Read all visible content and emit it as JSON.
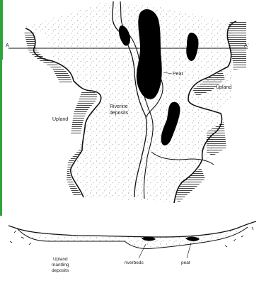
{
  "diagram": {
    "labels": {
      "section_a_left": "A",
      "section_a_right": "A'",
      "upland_left": "Upland",
      "upland_right": "Upland",
      "riverine_line1": "Riverine",
      "riverine_line2": "deposits",
      "peat": "Peat"
    },
    "section_labels": {
      "upland_line1": "Upland",
      "upland_line2": "mantling",
      "upland_line3": "deposits",
      "riverbeds": "riverbeds",
      "peat": "peat"
    },
    "colors": {
      "frame_green": "#2ea43a",
      "ink": "#111111",
      "peat_fill": "#000000",
      "stipple": "#7a7a7a",
      "paper": "#ffffff"
    }
  }
}
